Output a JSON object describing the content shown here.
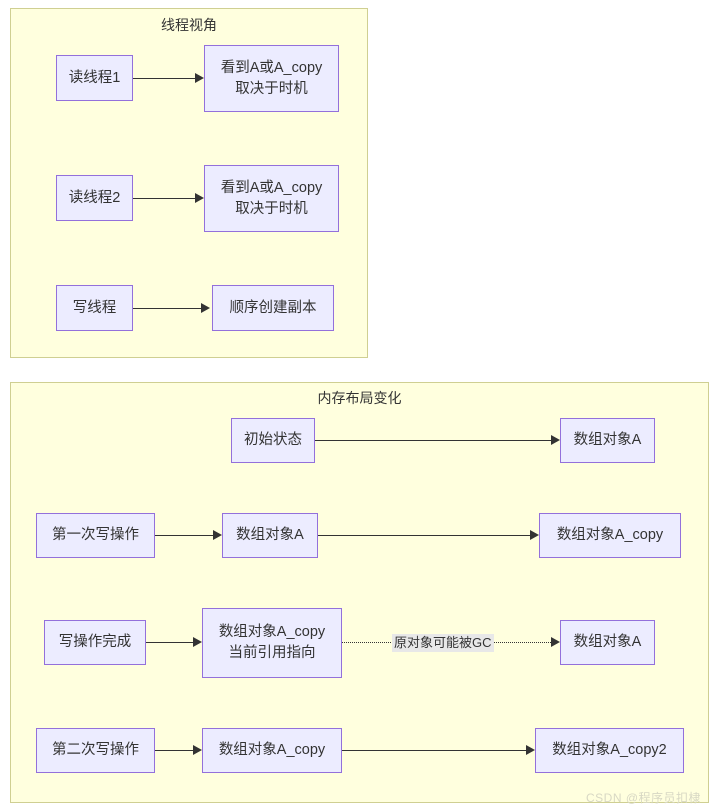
{
  "diagram": {
    "watermark": "CSDN @程序员扣棣",
    "colors": {
      "cluster_fill": "#ffffde",
      "cluster_border": "#cfcf92",
      "node_fill": "#ececff",
      "node_border": "#9370db",
      "edge": "#333333",
      "edge_label_bg": "#e8e8e8",
      "text": "#333333"
    },
    "clusters": [
      {
        "id": "thread-view",
        "title": "线程视角",
        "rows": [
          {
            "source": "读线程1",
            "target": "看到A或A_copy\n取决于时机"
          },
          {
            "source": "读线程2",
            "target": "看到A或A_copy\n取决于时机"
          },
          {
            "source": "写线程",
            "target": "顺序创建副本"
          }
        ]
      },
      {
        "id": "memory-layout",
        "title": "内存布局变化",
        "rows": [
          {
            "source": "初始状态",
            "middle": null,
            "target": "数组对象A",
            "edge_label": null
          },
          {
            "source": "第一次写操作",
            "middle": "数组对象A",
            "target": "数组对象A_copy",
            "edge_label": null
          },
          {
            "source": "写操作完成",
            "middle": "数组对象A_copy\n当前引用指向",
            "target": "数组对象A",
            "edge_label": "原对象可能被GC"
          },
          {
            "source": "第二次写操作",
            "middle": "数组对象A_copy",
            "target": "数组对象A_copy2",
            "edge_label": null
          }
        ]
      }
    ]
  }
}
